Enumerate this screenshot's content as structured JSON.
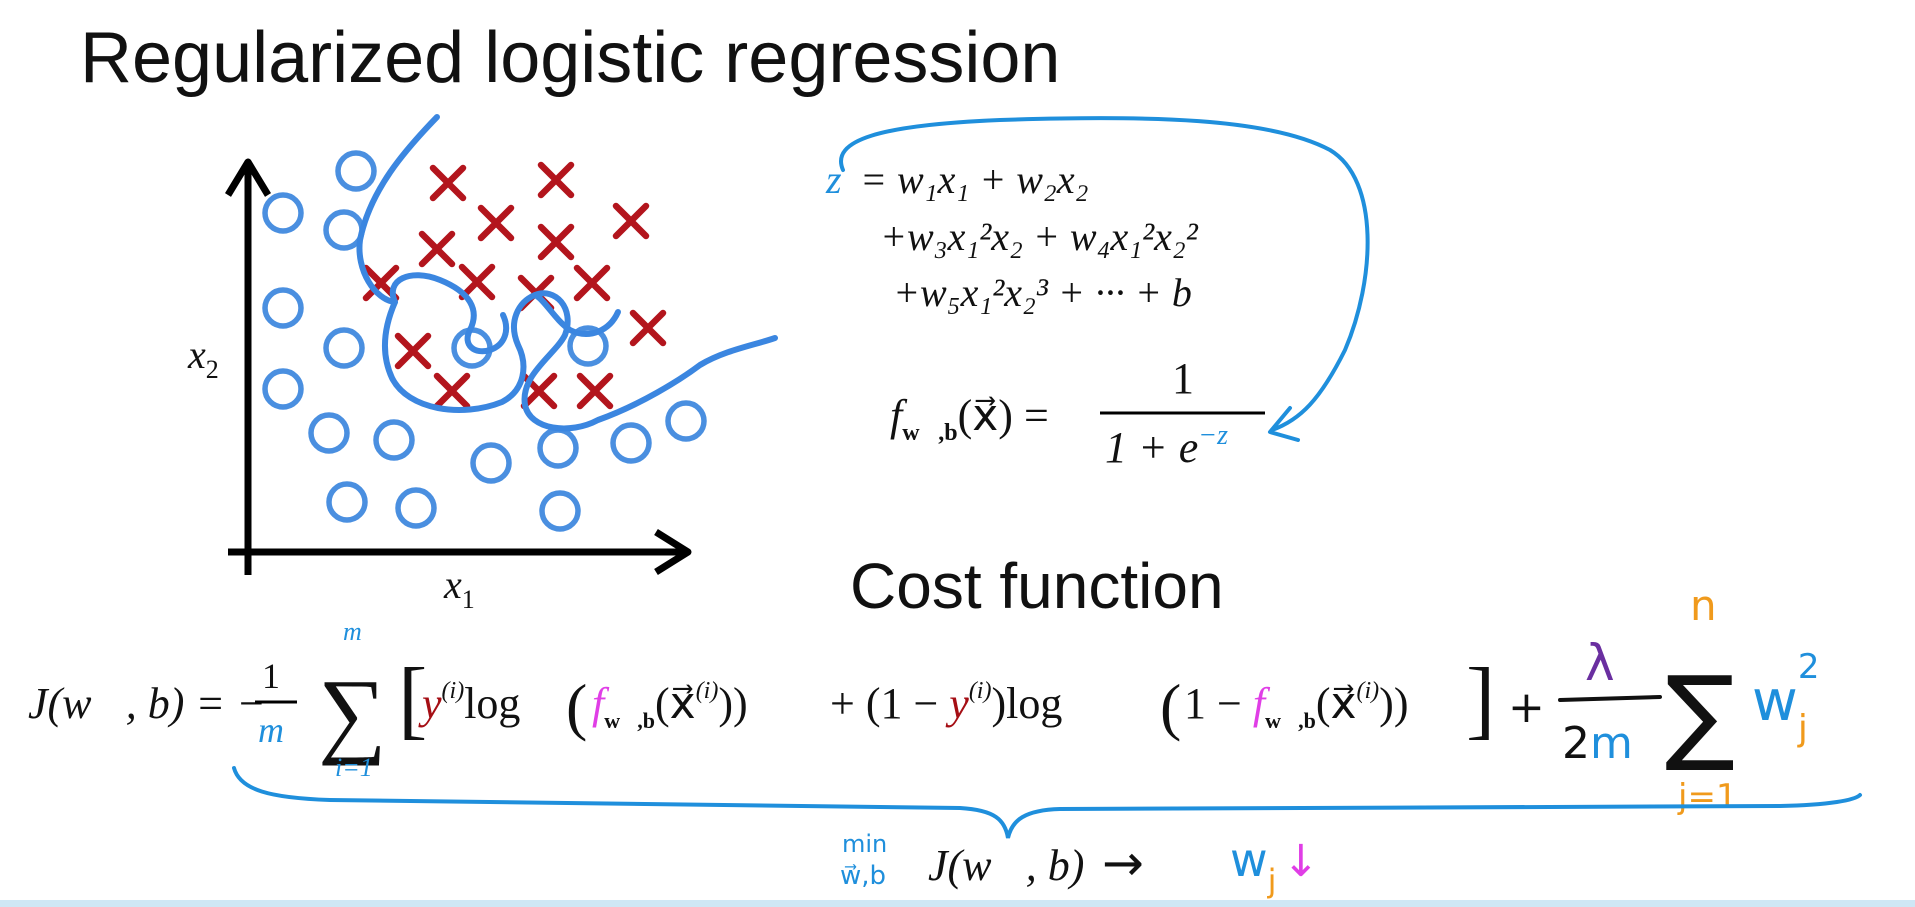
{
  "title": "Regularized logistic regression",
  "subtitle": "Cost function",
  "colors": {
    "blue": "#1f8fdc",
    "red": "#a50e14",
    "pink": "#e03ee6",
    "orange": "#f09a1c",
    "purple": "#6a2fa0",
    "text": "#111111"
  },
  "plot": {
    "x_label": "x",
    "x_label_sub": "1",
    "y_label": "x",
    "y_label_sub": "2",
    "circle_marker": "o",
    "cross_marker": "x"
  },
  "z_equation": {
    "z": "z",
    "line1": "= w₁x₁ + w₂x₂",
    "line2": "+w₃x₁²x₂ + w₄x₁²x₂²",
    "line3": "+w₅x₁²x₂³ + ··· + b"
  },
  "f_equation": {
    "lhs": "f",
    "lhs_sub": "w⃗,b",
    "lhs_arg": "(x⃗) =",
    "numerator": "1",
    "denominator": "1 + e",
    "exponent": "−z"
  },
  "cost": {
    "lhs": "J(w⃗, b) = −",
    "one": "1",
    "m": "m",
    "sum_top": "m",
    "sum_bottom": "i=1",
    "sigma": "∑",
    "y1": "y",
    "sup_i": "(i)",
    "log1": "log",
    "f1": "f",
    "f_sub": "w⃗,b",
    "x_arg": "(x⃗",
    "mid": "+ (1 −",
    "y2": "y",
    "log2": "log",
    "one_minus": "1 −",
    "f2": "f",
    "plus": "+",
    "lambda": "λ",
    "two_m": "2m",
    "reg_top": "n",
    "reg_bottom": "j=1",
    "w": "w",
    "w_sub": "j",
    "w_sup": "2"
  },
  "min_line": {
    "min": "min",
    "min_sub": "w⃗,b",
    "expr": "J(w⃗, b)",
    "arrow": "→",
    "w": "w",
    "w_sub": "j",
    "down": "↓"
  }
}
